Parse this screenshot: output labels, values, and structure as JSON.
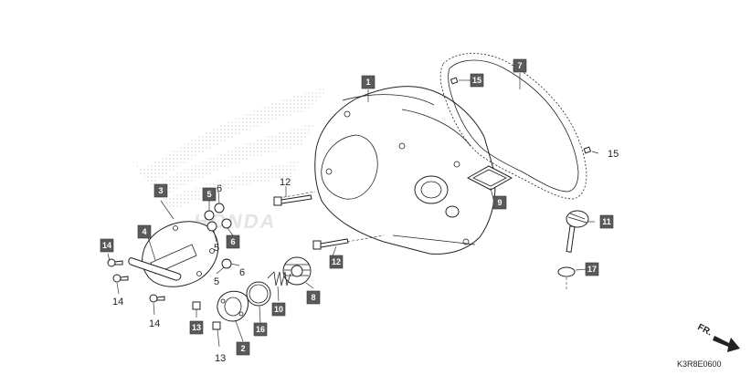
{
  "diagram": {
    "code": "K3R8E0600",
    "direction_label": "FR.",
    "watermark": "HONDA",
    "boxed_labels": [
      {
        "id": "label-1",
        "text": "1"
      },
      {
        "id": "label-2",
        "text": "2"
      },
      {
        "id": "label-3",
        "text": "3"
      },
      {
        "id": "label-4",
        "text": "4"
      },
      {
        "id": "label-5",
        "text": "5"
      },
      {
        "id": "label-6",
        "text": "6"
      },
      {
        "id": "label-7",
        "text": "7"
      },
      {
        "id": "label-8",
        "text": "8"
      },
      {
        "id": "label-9",
        "text": "9"
      },
      {
        "id": "label-10",
        "text": "10"
      },
      {
        "id": "label-11",
        "text": "11"
      },
      {
        "id": "label-12",
        "text": "12"
      },
      {
        "id": "label-13",
        "text": "13"
      },
      {
        "id": "label-14",
        "text": "14"
      },
      {
        "id": "label-15",
        "text": "15"
      },
      {
        "id": "label-16",
        "text": "16"
      },
      {
        "id": "label-17",
        "text": "17"
      }
    ],
    "plain_labels": [
      {
        "id": "plain-12",
        "text": "12"
      },
      {
        "id": "plain-15",
        "text": "15"
      },
      {
        "id": "plain-6a",
        "text": "6"
      },
      {
        "id": "plain-6b",
        "text": "6"
      },
      {
        "id": "plain-5a",
        "text": "5"
      },
      {
        "id": "plain-5b",
        "text": "5"
      },
      {
        "id": "plain-14a",
        "text": "14"
      },
      {
        "id": "plain-14b",
        "text": "14"
      },
      {
        "id": "plain-13",
        "text": "13"
      }
    ],
    "colors": {
      "label_box": "#5a5a5a",
      "label_text": "#ffffff",
      "line": "#222222",
      "watermark": "#d8d8d8"
    }
  }
}
